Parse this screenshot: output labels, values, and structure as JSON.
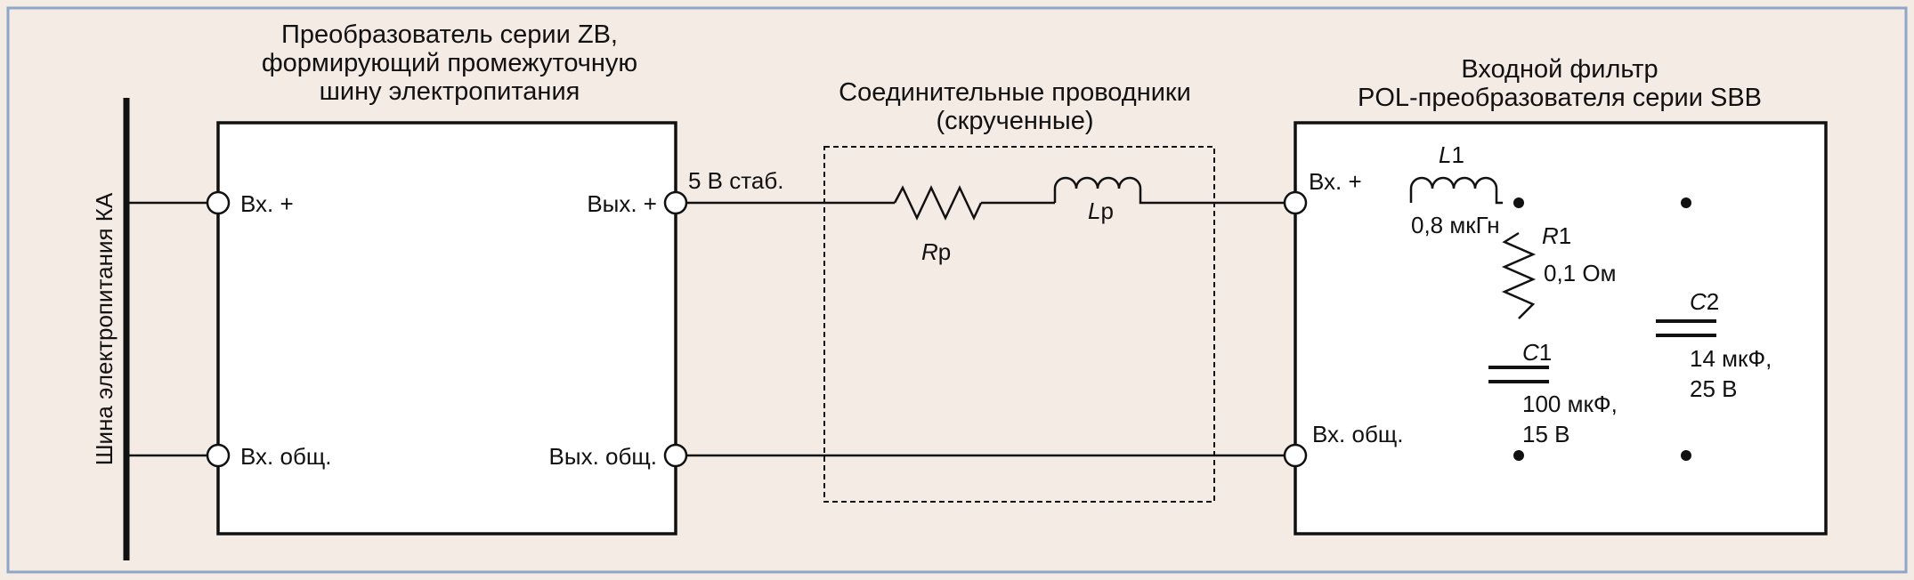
{
  "colors": {
    "background": "#f3ebe4",
    "frame": "#8fa6c9",
    "ink": "#111111",
    "box_fill": "#ffffff"
  },
  "bus": {
    "label": "Шина электропитания КА"
  },
  "converter": {
    "title": [
      "Преобразователь серии ZB,",
      "формирующий промежуточную",
      "шину электропитания"
    ],
    "in_plus": "Вх. +",
    "in_common": "Вх. общ.",
    "out_plus": "Вых. +",
    "out_common": "Вых. общ.",
    "out_voltage": "5 В стаб."
  },
  "conductors": {
    "title": [
      "Соединительные проводники",
      "(скрученные)"
    ],
    "resistor": {
      "symbol": "R",
      "subscript": "р"
    },
    "inductor": {
      "symbol": "L",
      "subscript": "р"
    }
  },
  "pol_filter": {
    "title": [
      "Входной фильтр",
      "POL-преобразователя серии SBB"
    ],
    "in_plus": "Вх. +",
    "in_common": "Вх. общ.",
    "L1": {
      "symbol": "L",
      "index": "1",
      "value": "0,8 мкГн"
    },
    "R1": {
      "symbol": "R",
      "index": "1",
      "value": "0,1 Ом"
    },
    "C1": {
      "symbol": "C",
      "index": "1",
      "value": [
        "100 мкФ,",
        "15 В"
      ]
    },
    "C2": {
      "symbol": "C",
      "index": "2",
      "value": [
        "14 мкФ,",
        "25 В"
      ]
    }
  }
}
